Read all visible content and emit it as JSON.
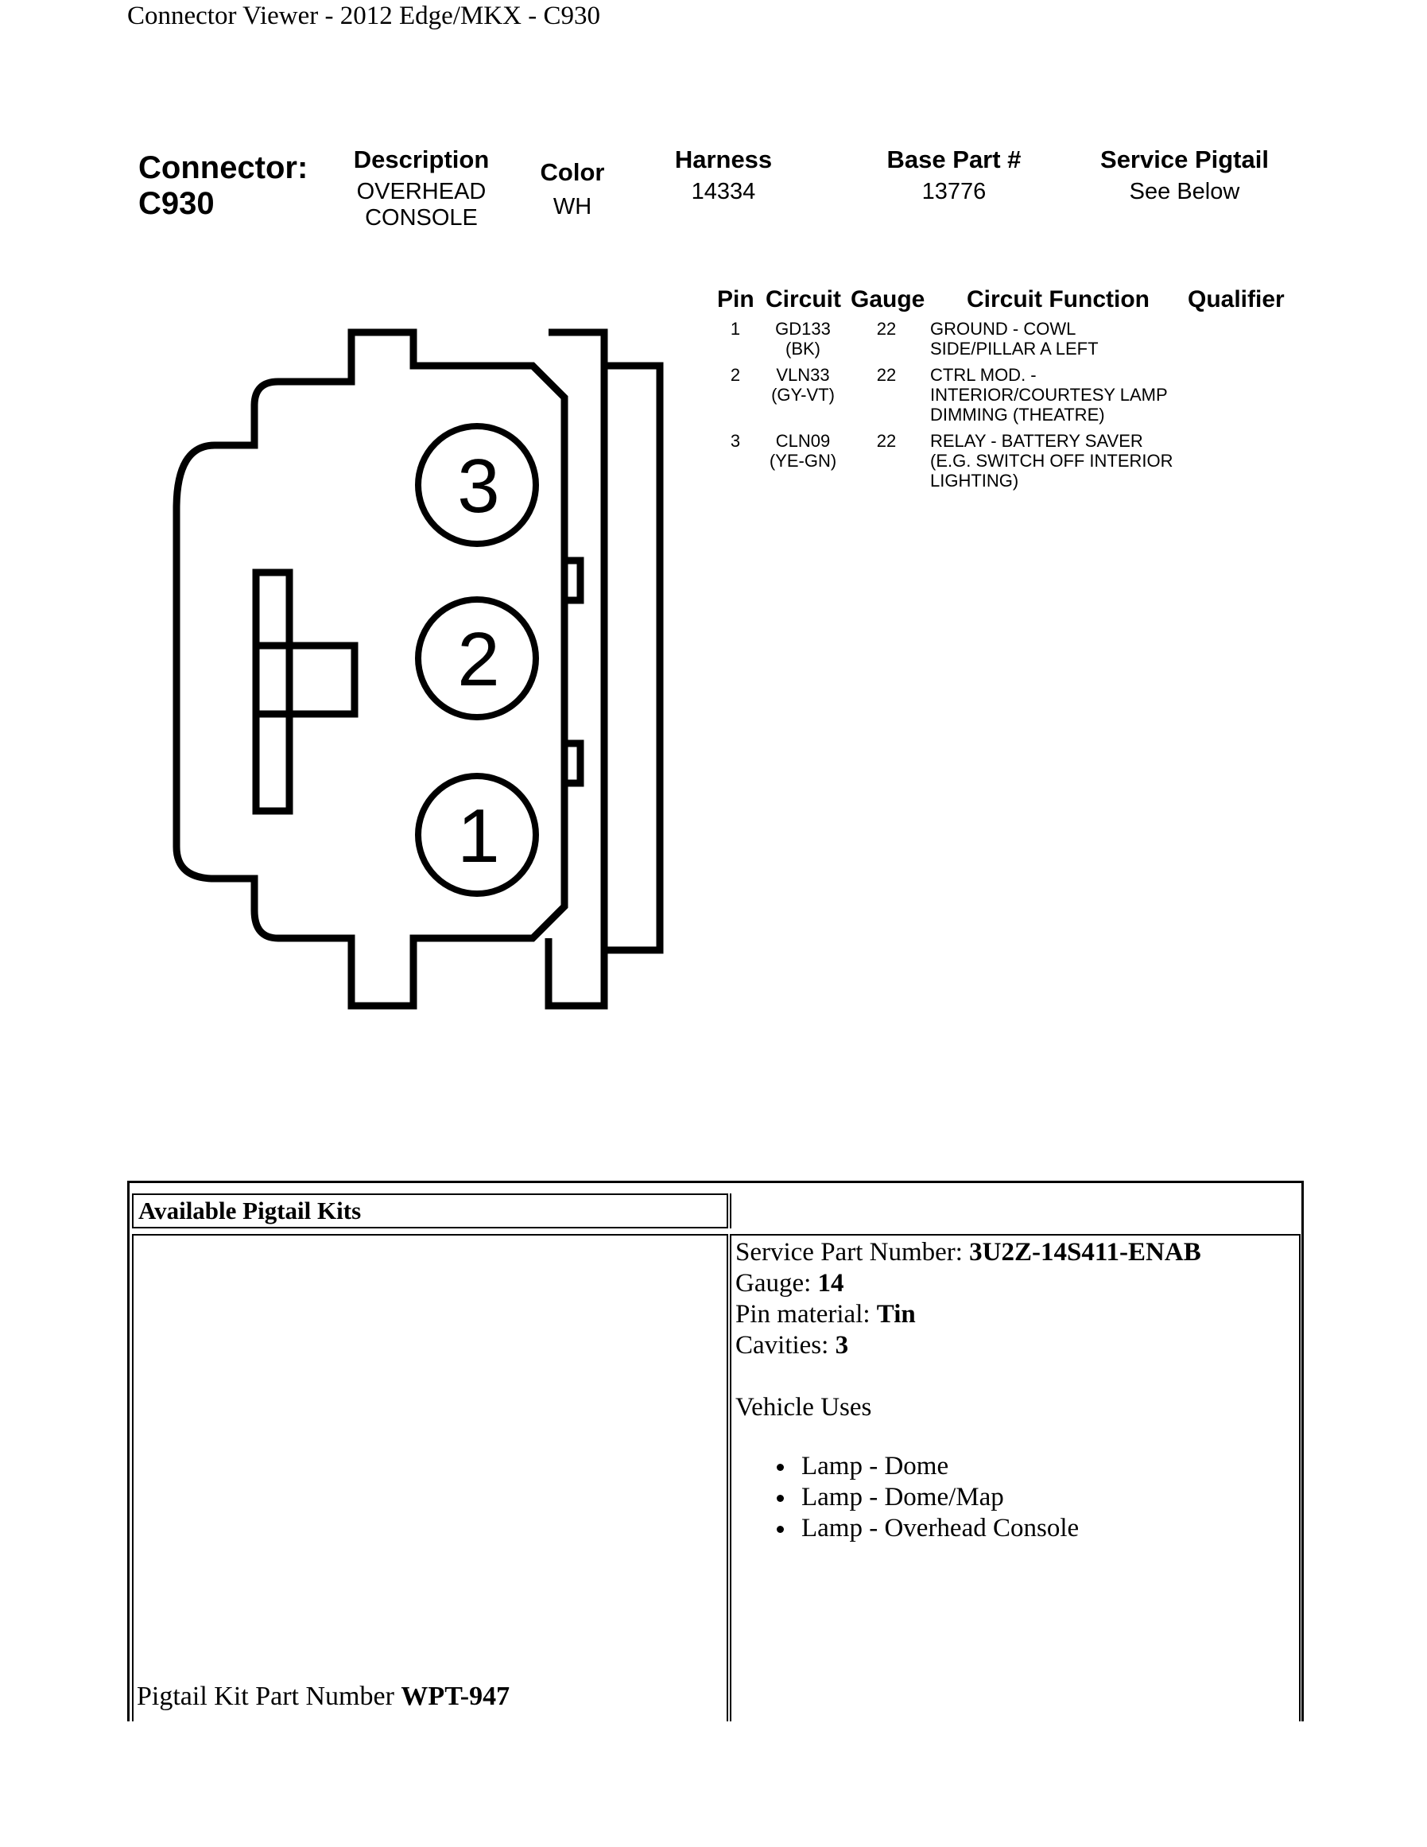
{
  "page_title": "Connector Viewer - 2012 Edge/MKX - C930",
  "connector": {
    "label": "Connector:",
    "id": "C930",
    "description_head": "Description",
    "description_line1": "OVERHEAD",
    "description_line2": "CONSOLE",
    "color_head": "Color",
    "color": "WH",
    "harness_head": "Harness",
    "harness": "14334",
    "base_part_head": "Base Part #",
    "base_part": "13776",
    "service_pigtail_head": "Service Pigtail",
    "service_pigtail": "See Below"
  },
  "pin_table": {
    "headers": {
      "pin": "Pin",
      "circuit": "Circuit",
      "gauge": "Gauge",
      "function": "Circuit Function",
      "qualifier": "Qualifier"
    },
    "rows": [
      {
        "pin": "1",
        "circuit": "GD133",
        "color": "(BK)",
        "gauge": "22",
        "func1": "GROUND - COWL",
        "func2": "SIDE/PILLAR A LEFT",
        "func3": ""
      },
      {
        "pin": "2",
        "circuit": "VLN33",
        "color": "(GY-VT)",
        "gauge": "22",
        "func1": "CTRL MOD. -",
        "func2": "INTERIOR/COURTESY LAMP",
        "func3": "DIMMING (THEATRE)"
      },
      {
        "pin": "3",
        "circuit": "CLN09",
        "color": "(YE-GN)",
        "gauge": "22",
        "func1": "RELAY - BATTERY SAVER",
        "func2": "(E.G. SWITCH OFF INTERIOR",
        "func3": "LIGHTING)"
      }
    ]
  },
  "diagram": {
    "cavity_labels": [
      "3",
      "2",
      "1"
    ]
  },
  "pigtail": {
    "title": "Available Pigtail Kits",
    "service_part_label": "Service Part Number: ",
    "service_part_value": "3U2Z-14S411-ENAB",
    "gauge_label": "Gauge: ",
    "gauge_value": "14",
    "pin_material_label": "Pin material: ",
    "pin_material_value": "Tin",
    "cavities_label": "Cavities: ",
    "cavities_value": "3",
    "vehicle_uses_label": "Vehicle Uses",
    "vehicle_uses": [
      "Lamp - Dome",
      "Lamp - Dome/Map",
      "Lamp - Overhead Console"
    ],
    "kit_part_label": "Pigtail Kit Part Number ",
    "kit_part_value": "WPT-947"
  }
}
